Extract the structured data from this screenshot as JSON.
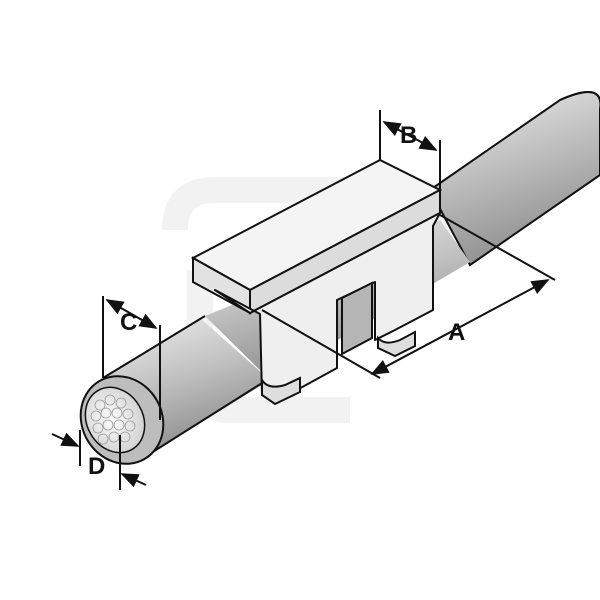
{
  "labels": {
    "a": "A",
    "b": "B",
    "c": "C",
    "d": "D"
  },
  "colors": {
    "cable_light": "#e6e6e6",
    "cable_mid": "#b9b9b9",
    "cable_dark": "#8c8c8c",
    "marker_face": "#f2f2f2",
    "marker_side": "#d4d4d4",
    "line": "#111111",
    "watermark": "#e9e9e9"
  },
  "icons": [
    "cable-icon",
    "cable-marker-holder-icon",
    "stranded-conductor-icon",
    "dimension-arrow-icon"
  ]
}
